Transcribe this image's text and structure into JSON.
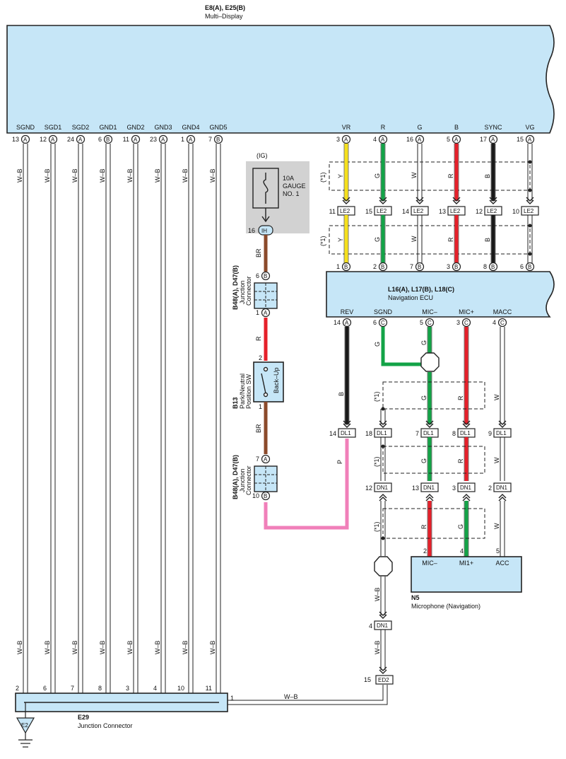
{
  "multi_display": {
    "code": "E8(A), E25(B)",
    "name": "Multi–Display"
  },
  "md_left_pins": [
    {
      "label": "SGND",
      "num": "13",
      "conn": "A",
      "wire": "W–B",
      "jnum": "2"
    },
    {
      "label": "SGD1",
      "num": "12",
      "conn": "A",
      "wire": "W–B",
      "jnum": "6"
    },
    {
      "label": "SGD2",
      "num": "24",
      "conn": "A",
      "wire": "W–B",
      "jnum": "7"
    },
    {
      "label": "GND1",
      "num": "6",
      "conn": "B",
      "wire": "W–B",
      "jnum": "8"
    },
    {
      "label": "GND2",
      "num": "11",
      "conn": "A",
      "wire": "W–B",
      "jnum": "3"
    },
    {
      "label": "GND3",
      "num": "23",
      "conn": "A",
      "wire": "W–B",
      "jnum": "4"
    },
    {
      "label": "GND4",
      "num": "1",
      "conn": "A",
      "wire": "W–B",
      "jnum": "10"
    },
    {
      "label": "GND5",
      "num": "7",
      "conn": "B",
      "wire": "W–B",
      "jnum": "11"
    }
  ],
  "md_right_pins": [
    {
      "label": "VR",
      "num": "3",
      "conn": "A",
      "wire": "Y",
      "color": "#f5e01c",
      "le2": "11",
      "ecu_num": "1",
      "ecu_conn": "B"
    },
    {
      "label": "R",
      "num": "4",
      "conn": "A",
      "wire": "G",
      "color": "#13a347",
      "le2": "15",
      "ecu_num": "2",
      "ecu_conn": "B"
    },
    {
      "label": "G",
      "num": "16",
      "conn": "A",
      "wire": "W",
      "color": "#ffffff",
      "le2": "14",
      "ecu_num": "7",
      "ecu_conn": "B"
    },
    {
      "label": "B",
      "num": "5",
      "conn": "A",
      "wire": "R",
      "color": "#e5202a",
      "le2": "13",
      "ecu_num": "3",
      "ecu_conn": "B"
    },
    {
      "label": "SYNC",
      "num": "17",
      "conn": "A",
      "wire": "B",
      "color": "#1a1a1a",
      "le2": "12",
      "ecu_num": "8",
      "ecu_conn": "B"
    },
    {
      "label": "VG",
      "num": "15",
      "conn": "A",
      "wire": "",
      "color": "#ffffff",
      "le2": "10",
      "ecu_num": "6",
      "ecu_conn": "B"
    }
  ],
  "shield_label": "(*1)",
  "le2_name": "LE2",
  "fuse": {
    "source": "(IG)",
    "line1": "10A",
    "line2": "GAUGE",
    "line3": "NO. 1",
    "pin_num": "16",
    "pin_conn": "IH"
  },
  "junction_upper": {
    "code": "B48(A), D47(B)",
    "name1": "Junction",
    "name2": "Connector",
    "top_num": "6",
    "top_conn": "B",
    "bot_num": "1",
    "bot_conn": "A"
  },
  "park_sw": {
    "code": "B13",
    "name1": "Park/Neutral",
    "name2": "Position SW",
    "switch_label": "Back–Up",
    "top_num": "2",
    "bot_num": "1"
  },
  "junction_lower": {
    "code": "B48(A), D47(B)",
    "name1": "Junction",
    "name2": "Connector",
    "top_num": "7",
    "top_conn": "A",
    "bot_num": "10",
    "bot_conn": "B"
  },
  "wire_br_upper": "BR",
  "wire_r_mid": "R",
  "wire_br_lower": "BR",
  "wire_p": "P",
  "nav_ecu": {
    "code": "L16(A), L17(B), L18(C)",
    "name": "Navigation ECU"
  },
  "nav_bottom_pins": [
    {
      "label": "REV",
      "num": "14",
      "conn": "A"
    },
    {
      "label": "SGND",
      "num": "6",
      "conn": "C"
    },
    {
      "label": "MIC–",
      "num": "5",
      "conn": "C"
    },
    {
      "label": "MIC+",
      "num": "3",
      "conn": "C"
    },
    {
      "label": "MACC",
      "num": "4",
      "conn": "C"
    }
  ],
  "nav_wires": {
    "rev": "B",
    "sgnd": "G",
    "micm": "G",
    "micp": "R",
    "macc": "W"
  },
  "dl1": {
    "name": "DL1",
    "rev": "14",
    "sgnd": "18",
    "micm": "7",
    "micp": "8",
    "macc": "9"
  },
  "dn1": {
    "name": "DN1",
    "sgnd": "12",
    "micm": "13",
    "micp": "3",
    "macc": "2",
    "lower": "4"
  },
  "dn1_wires": {
    "micm": "G",
    "micp": "R",
    "macc": "W"
  },
  "mic_wires": {
    "micm": "R",
    "micp": "G",
    "macc": "W"
  },
  "microphone": {
    "code": "N5",
    "name": "Microphone (Navigation)",
    "pins": [
      {
        "num": "2",
        "label": "MIC–"
      },
      {
        "num": "4",
        "label": "MI1+"
      },
      {
        "num": "5",
        "label": "ACC"
      }
    ]
  },
  "ground_wires": {
    "a": "W–B",
    "b": "W–B",
    "bottom": "W–B"
  },
  "ed2": {
    "name": "ED2",
    "num": "15"
  },
  "e29": {
    "code": "E29",
    "name": "Junction Connector",
    "pin1": "1"
  },
  "ground_label": "E2"
}
